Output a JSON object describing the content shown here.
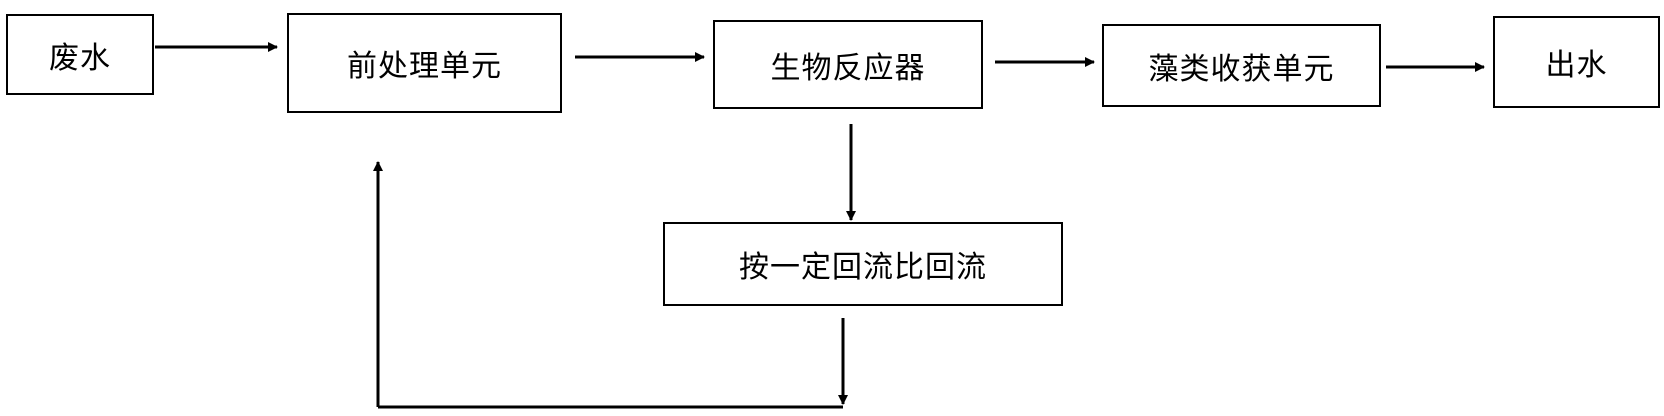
{
  "nodes": {
    "wastewater": "废水",
    "pretreatment": "前处理单元",
    "bioreactor": "生物反应器",
    "algae_harvest": "藻类收获单元",
    "effluent": "出水",
    "reflux": "按一定回流比回流"
  },
  "colors": {
    "line": "#000000",
    "box_border": "#000000",
    "background": "#ffffff"
  }
}
